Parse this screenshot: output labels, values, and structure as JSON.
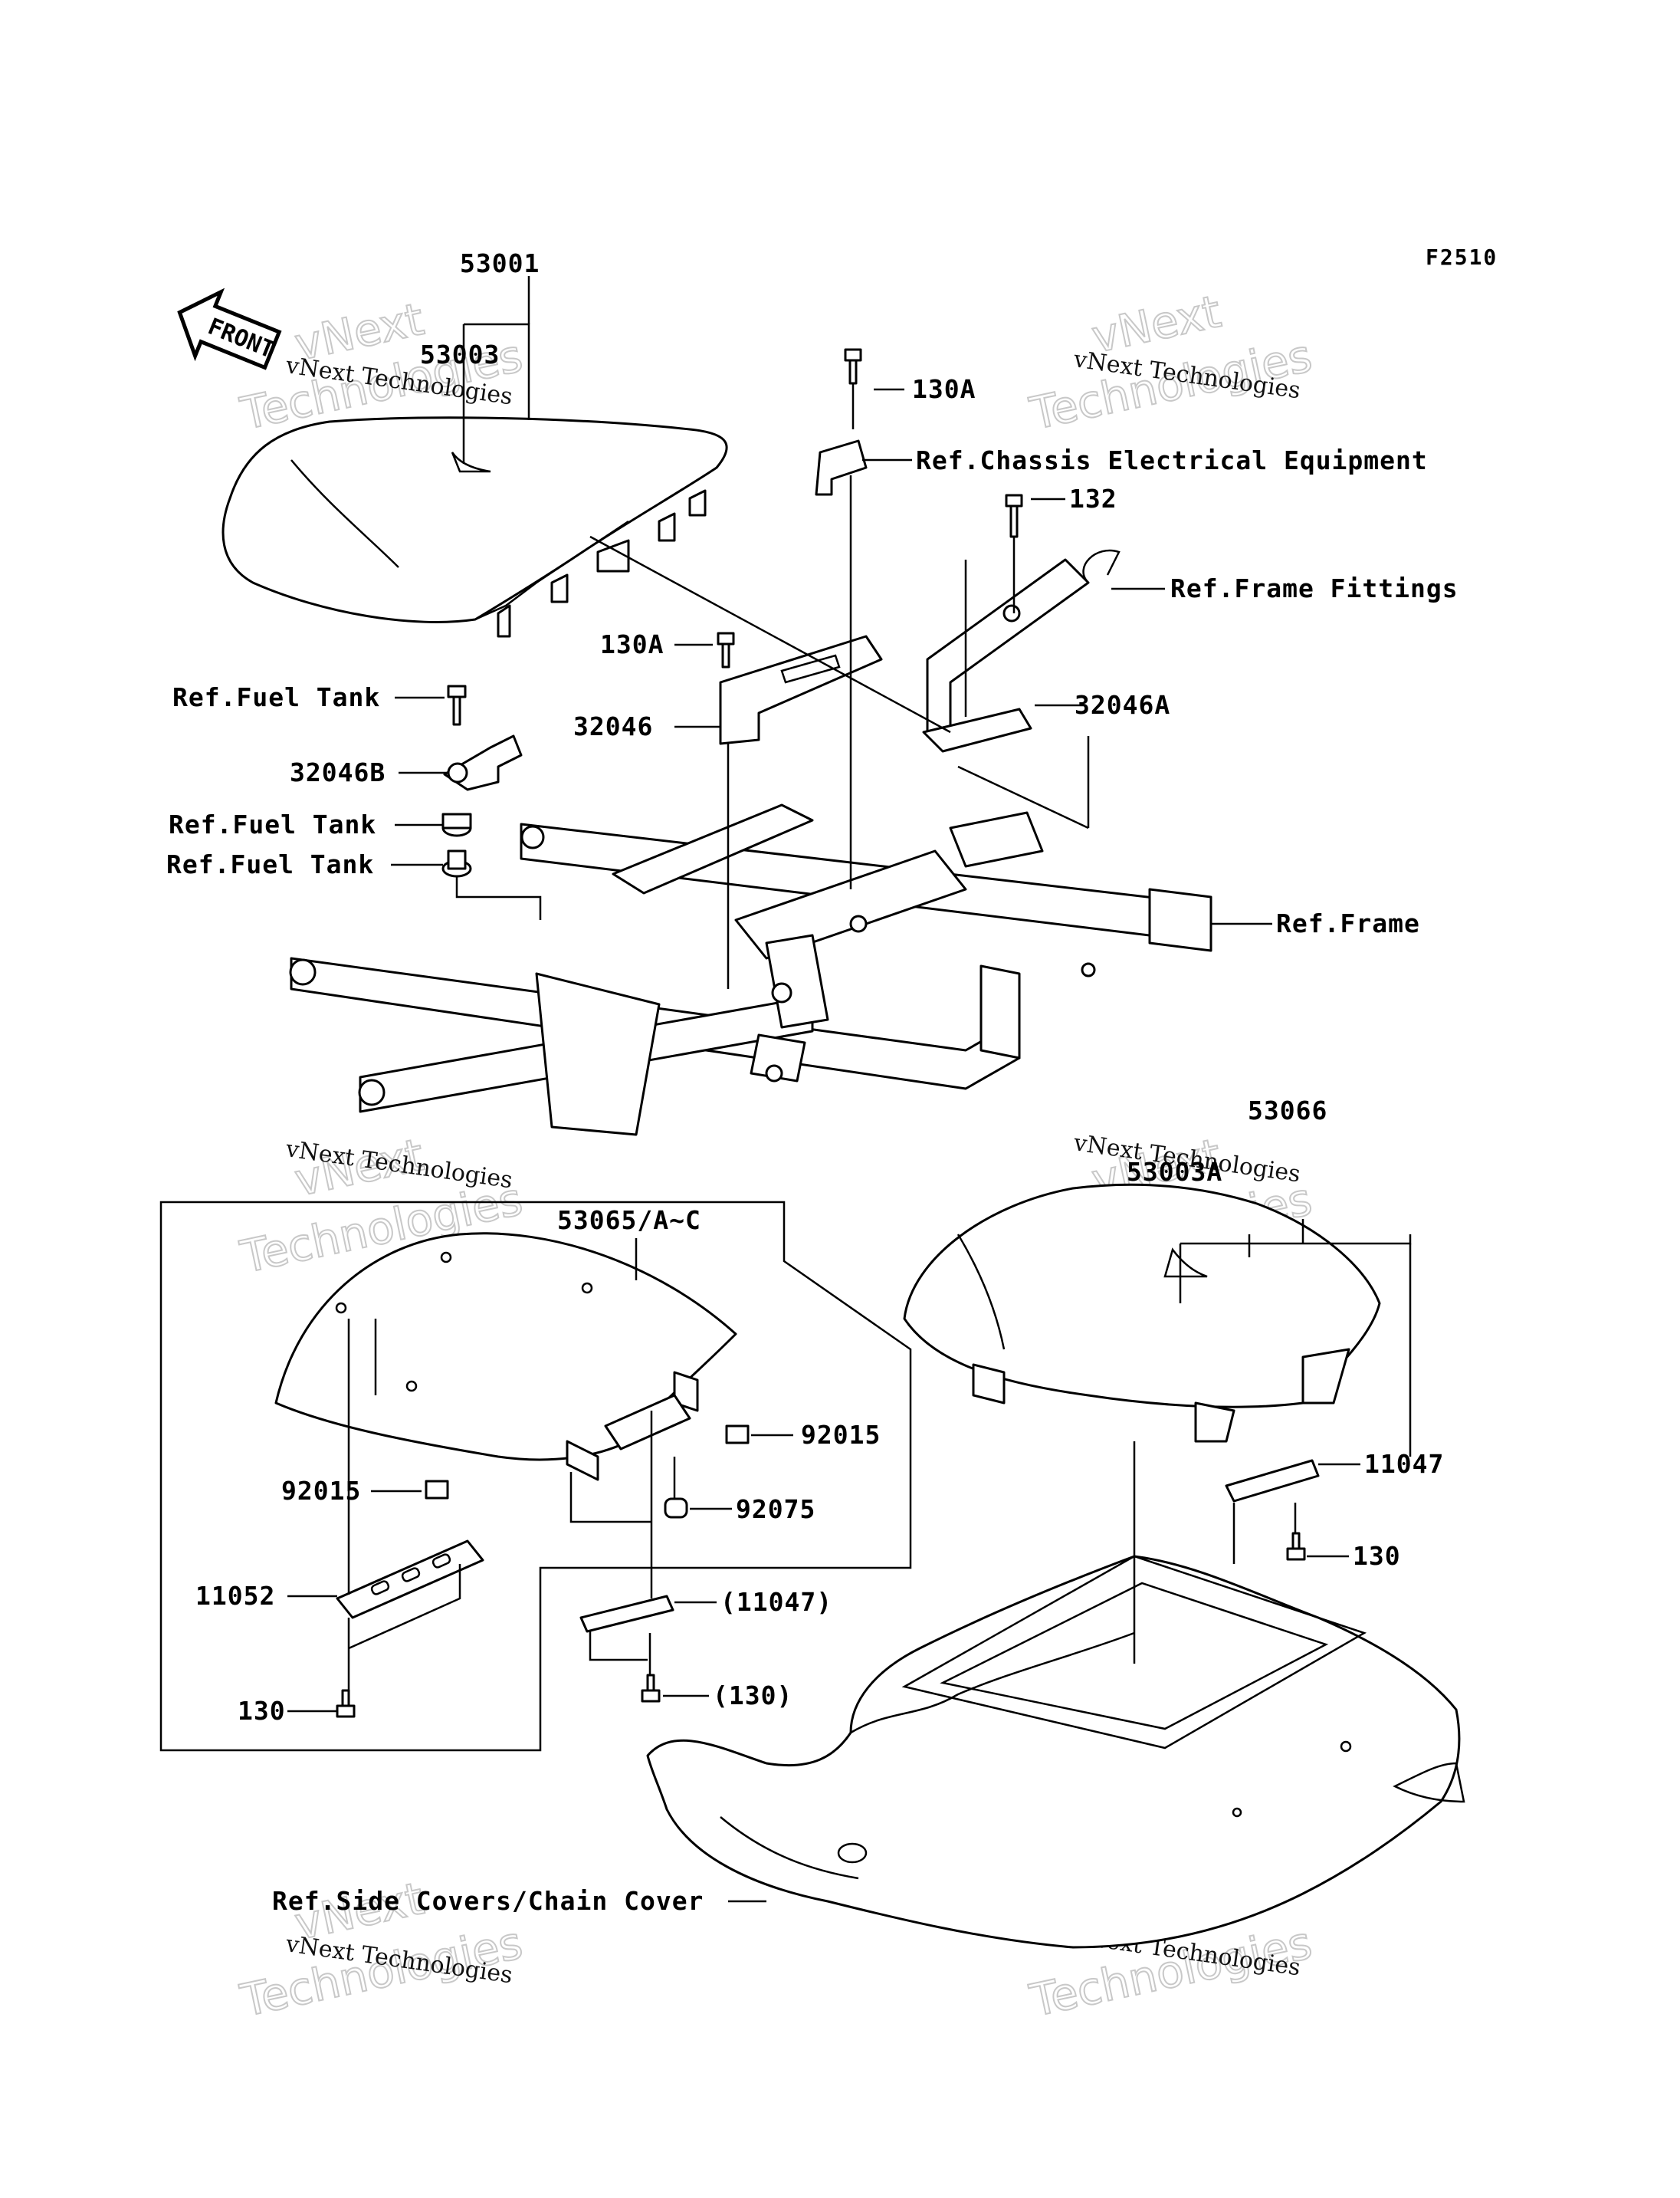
{
  "figure_code": "F2510",
  "front_label": "FRONT",
  "watermark": {
    "line1": "vNext Technologies",
    "big1": "vNext",
    "big2": "Technologies"
  },
  "callouts": {
    "p53001": "53001",
    "p53003": "53003",
    "p130A_top": "130A",
    "ref_chassis": "Ref.Chassis Electrical Equipment",
    "p132": "132",
    "ref_frame_fittings": "Ref.Frame Fittings",
    "p130A_mid": "130A",
    "ref_fuel_tank_1": "Ref.Fuel Tank",
    "p32046": "32046",
    "p32046A": "32046A",
    "p32046B": "32046B",
    "ref_fuel_tank_2": "Ref.Fuel Tank",
    "ref_fuel_tank_3": "Ref.Fuel Tank",
    "ref_frame": "Ref.Frame",
    "p53066": "53066",
    "p53003A": "53003A",
    "p53065": "53065/A~C",
    "p92015_right": "92015",
    "p92015_left": "92015",
    "p92075": "92075",
    "p11052": "11052",
    "p11047_paren": "(11047)",
    "p130_left": "130",
    "p130_paren": "(130)",
    "p11047": "11047",
    "p130_right": "130",
    "ref_side_covers": "Ref.Side Covers/Chain Cover"
  }
}
